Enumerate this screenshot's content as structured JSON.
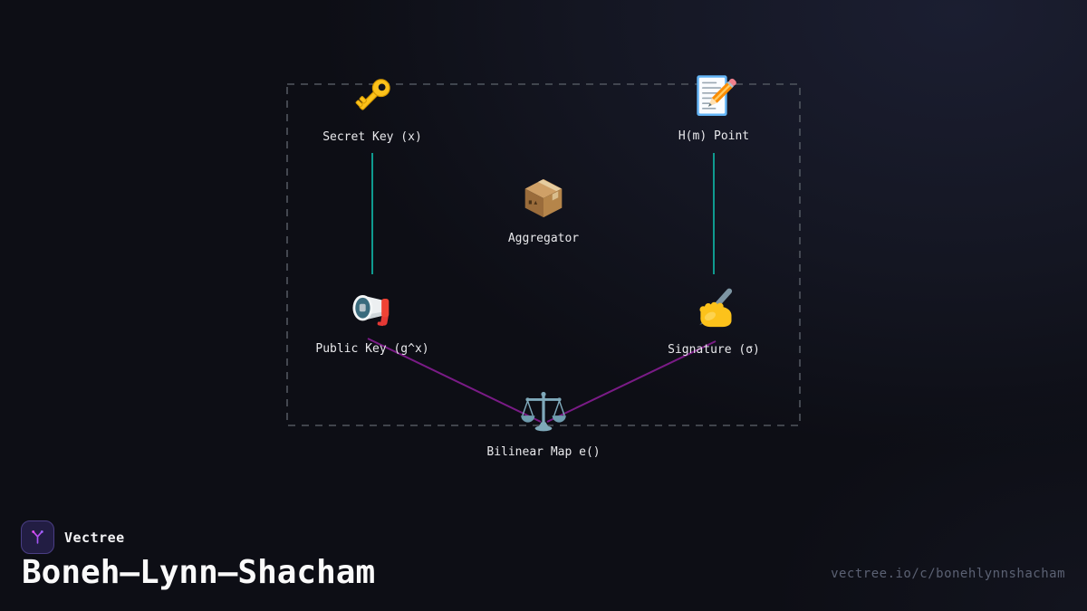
{
  "brand": {
    "name": "Vectree",
    "logo_icon": "vectree-branch-icon"
  },
  "title": "Boneh–Lynn–Shacham",
  "url": "vectree.io/c/bonehlynnshacham",
  "diagram": {
    "nodes": [
      {
        "id": "secret-key",
        "label": "Secret Key (x)",
        "icon": "key-icon"
      },
      {
        "id": "hm-point",
        "label": "H(m) Point",
        "icon": "memo-icon"
      },
      {
        "id": "aggregator",
        "label": "Aggregator",
        "icon": "package-icon"
      },
      {
        "id": "public-key",
        "label": "Public Key (g^x)",
        "icon": "megaphone-icon"
      },
      {
        "id": "signature",
        "label": "Signature (σ)",
        "icon": "writing-hand-icon"
      },
      {
        "id": "bilinear-map",
        "label": "Bilinear Map e()",
        "icon": "balance-scale-icon"
      }
    ],
    "edges": [
      {
        "from": "secret-key",
        "to": "public-key",
        "color": "#0f9a8f"
      },
      {
        "from": "hm-point",
        "to": "signature",
        "color": "#0f9a8f"
      },
      {
        "from": "public-key",
        "to": "bilinear-map",
        "color": "#7a1b86"
      },
      {
        "from": "signature",
        "to": "bilinear-map",
        "color": "#7a1b86"
      }
    ],
    "colors": {
      "teal_edge": "#0f9a8f",
      "purple_edge": "#7a1b86",
      "dashed_border": "#51565f",
      "background": "#0d0e15",
      "label_text": "#e9e9ec",
      "url_text": "#5b6173",
      "logo_background": "#221d43",
      "logo_border": "#4a3e85",
      "logo_accent": "#c438e0"
    }
  }
}
